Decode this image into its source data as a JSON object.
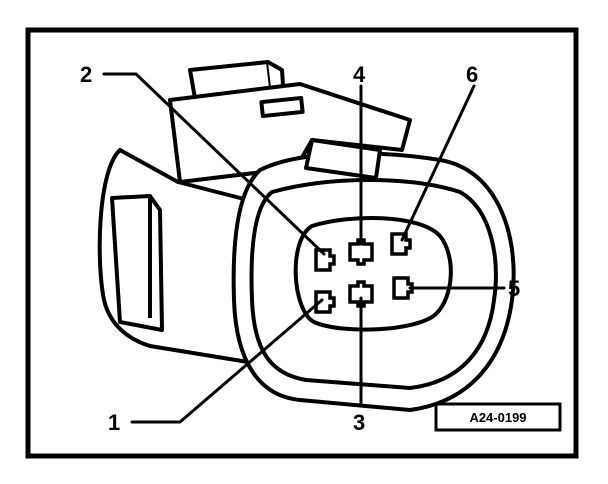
{
  "figure": {
    "reference_code": "A24-0199",
    "pins": [
      {
        "number": "1"
      },
      {
        "number": "2"
      },
      {
        "number": "3"
      },
      {
        "number": "4"
      },
      {
        "number": "5"
      },
      {
        "number": "6"
      }
    ]
  },
  "colors": {
    "ink": "#000000",
    "paper": "#ffffff"
  }
}
